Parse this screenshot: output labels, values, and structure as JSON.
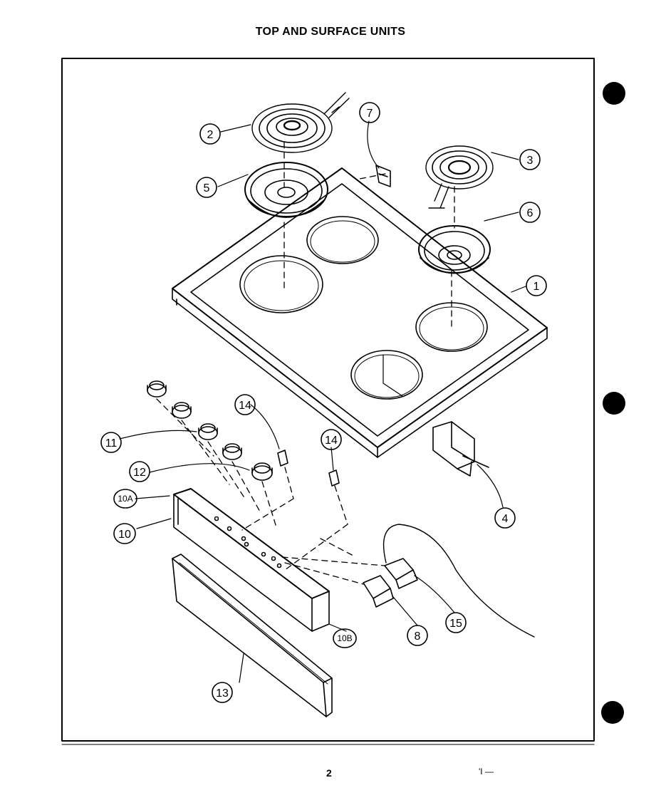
{
  "page": {
    "title": "TOP AND SURFACE UNITS",
    "page_number": "2",
    "footer_mark": "'I  —"
  },
  "callouts": {
    "c1": "1",
    "c2": "2",
    "c3": "3",
    "c4": "4",
    "c5": "5",
    "c6": "6",
    "c7": "7",
    "c8": "8",
    "c10": "10",
    "c10a": "10A",
    "c10b": "10B",
    "c11": "11",
    "c12": "12",
    "c13": "13",
    "c14a": "14",
    "c14b": "14",
    "c15": "15"
  },
  "colors": {
    "ink": "#000000",
    "paper": "#ffffff"
  }
}
